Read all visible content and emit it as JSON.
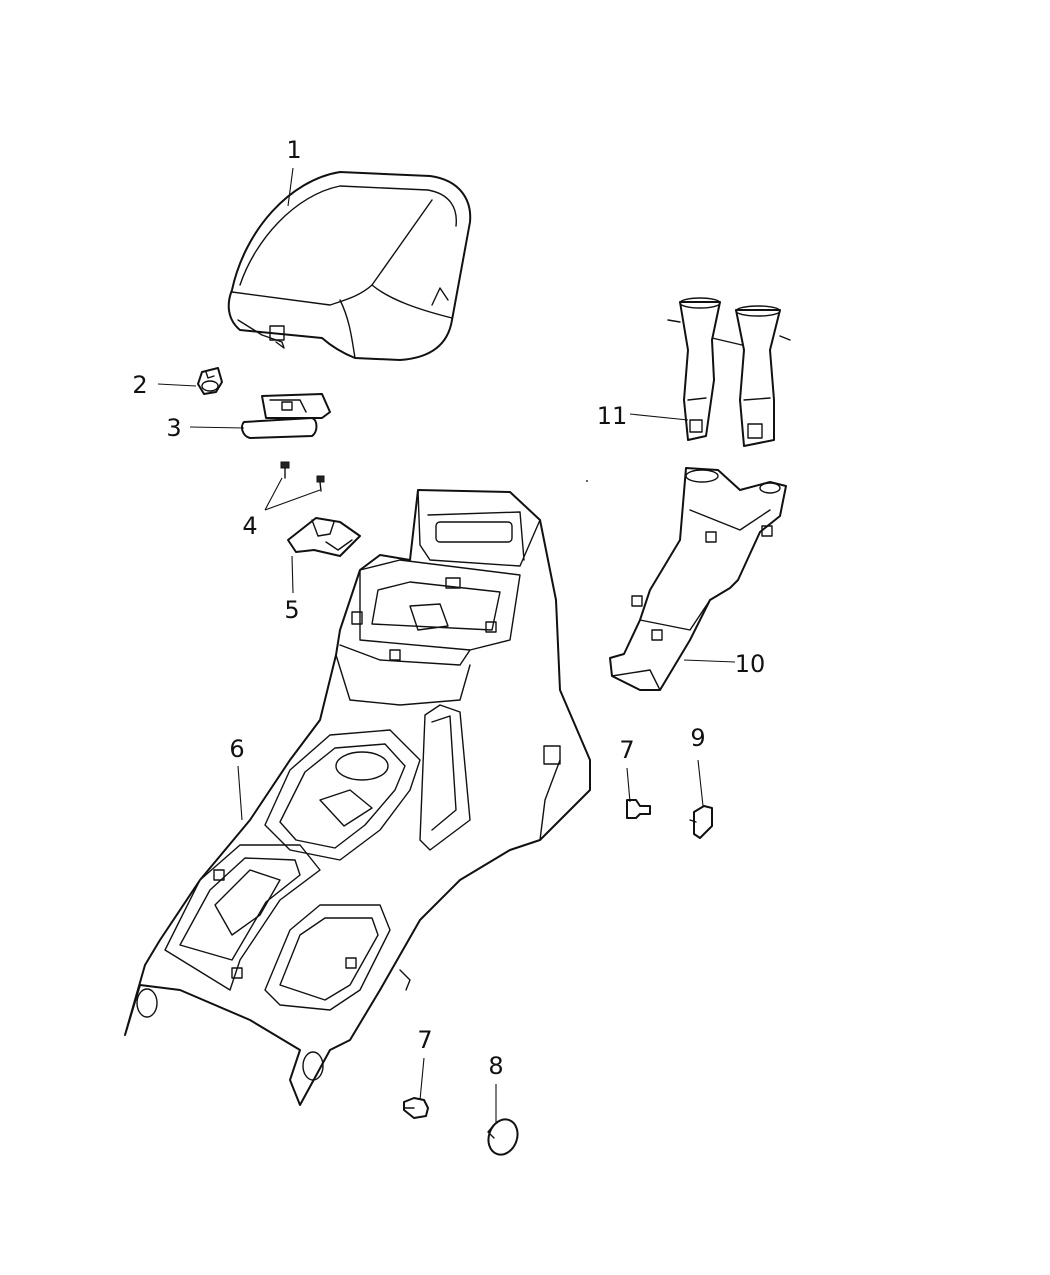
{
  "callouts": {
    "c1": "1",
    "c2": "2",
    "c3": "3",
    "c4": "4",
    "c5": "5",
    "c6": "6",
    "c7a": "7",
    "c7b": "7",
    "c8": "8",
    "c9": "9",
    "c10": "10",
    "c11": "11"
  },
  "colors": {
    "line": "#111111",
    "background": "#ffffff"
  }
}
